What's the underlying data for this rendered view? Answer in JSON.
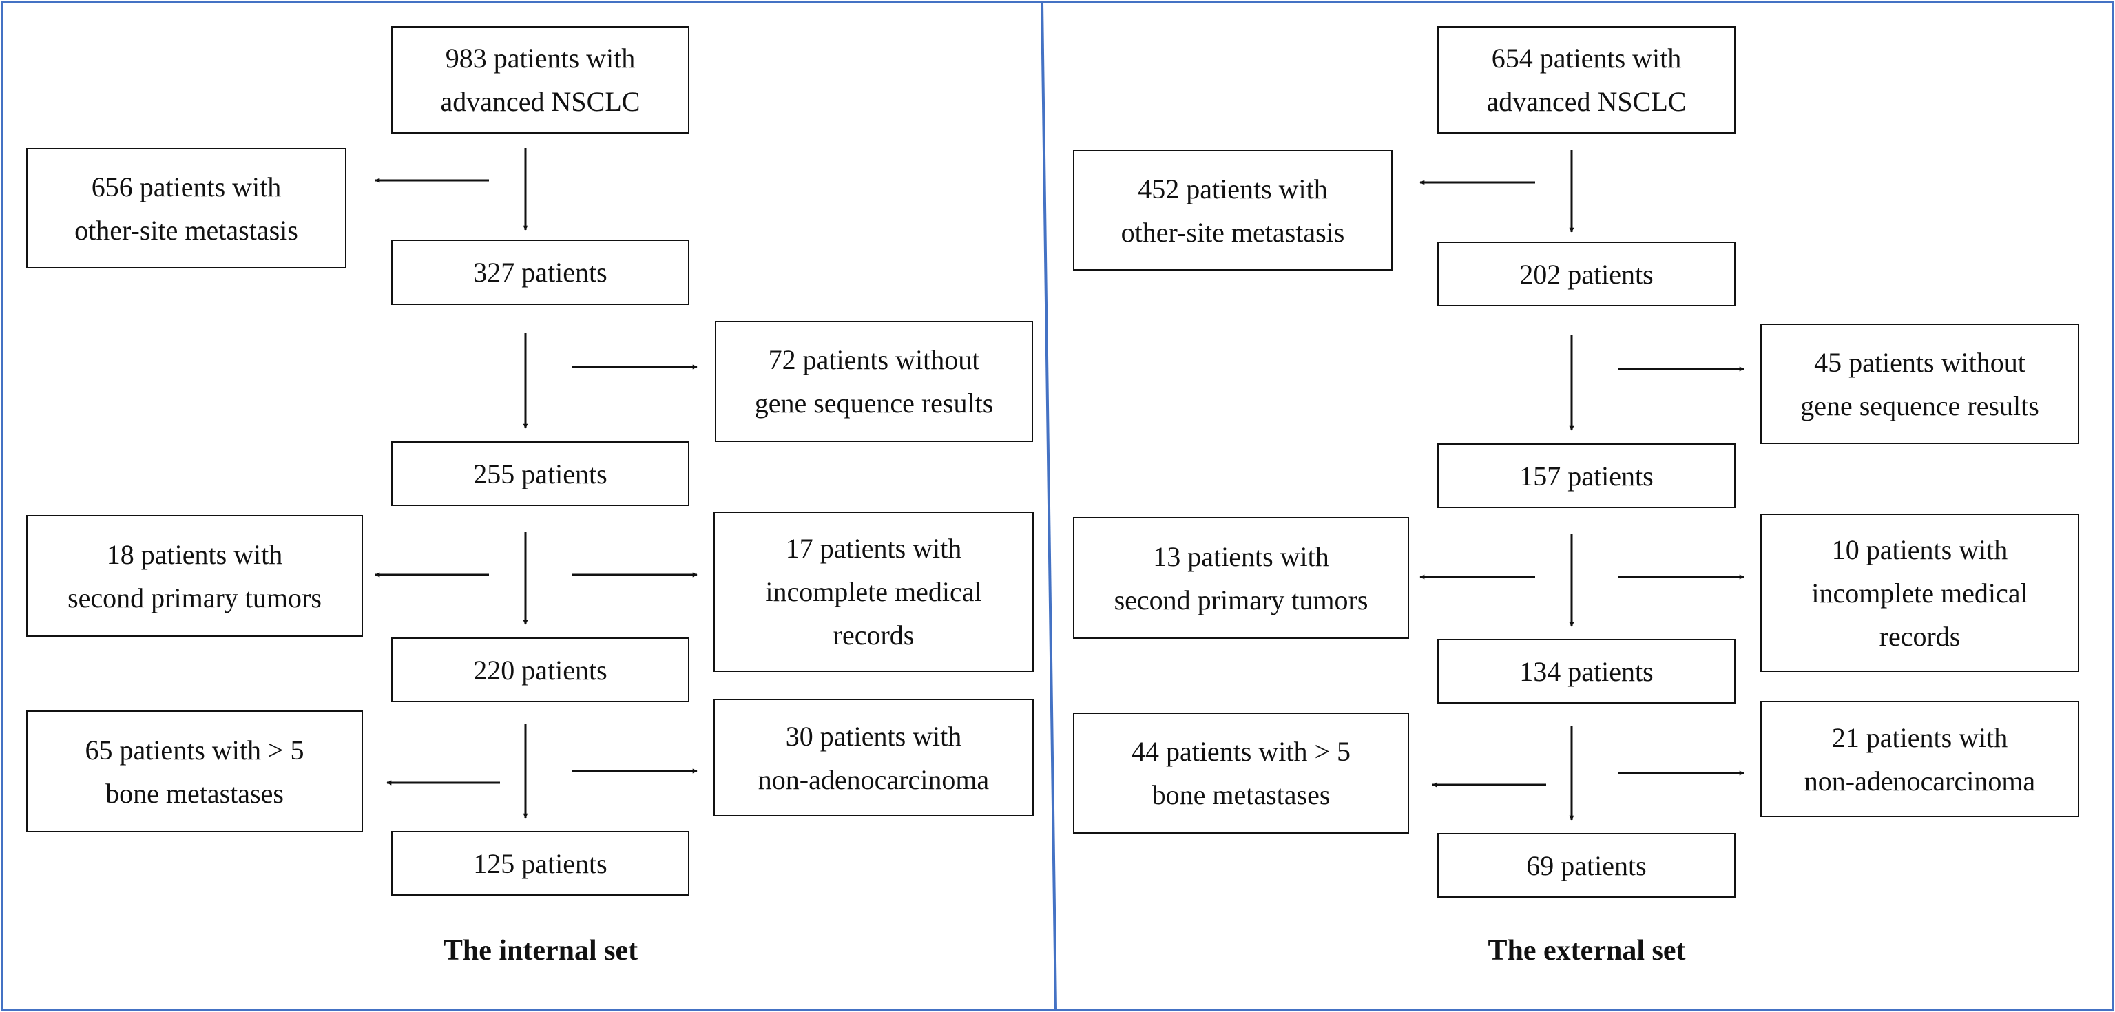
{
  "colors": {
    "border": "#4472c4",
    "box_border": "#111111",
    "text": "#111111",
    "background": "#ffffff"
  },
  "panels": [
    {
      "caption": "The internal set",
      "boxes": [
        {
          "id": "start",
          "text": "983 patients with\nadvanced NSCLC"
        },
        {
          "id": "ex1",
          "text": "656 patients with\nother-site metastasis"
        },
        {
          "id": "s1",
          "text": "327 patients"
        },
        {
          "id": "ex2",
          "text": "72 patients without\ngene sequence results"
        },
        {
          "id": "s2",
          "text": "255 patients"
        },
        {
          "id": "ex3",
          "text": "18 patients with\nsecond primary tumors"
        },
        {
          "id": "ex4",
          "text": "17 patients with\nincomplete medical\nrecords"
        },
        {
          "id": "s3",
          "text": "220 patients"
        },
        {
          "id": "ex5",
          "text": "65 patients with > 5\nbone metastases"
        },
        {
          "id": "ex6",
          "text": "30 patients with\nnon-adenocarcinoma"
        },
        {
          "id": "s4",
          "text": "125 patients"
        }
      ]
    },
    {
      "caption": "The external set",
      "boxes": [
        {
          "id": "start",
          "text": "654 patients with\nadvanced NSCLC"
        },
        {
          "id": "ex1",
          "text": "452 patients with\nother-site metastasis"
        },
        {
          "id": "s1",
          "text": "202 patients"
        },
        {
          "id": "ex2",
          "text": "45 patients without\ngene sequence results"
        },
        {
          "id": "s2",
          "text": "157 patients"
        },
        {
          "id": "ex3",
          "text": "13 patients with\nsecond primary tumors"
        },
        {
          "id": "ex4",
          "text": "10 patients with\nincomplete medical\nrecords"
        },
        {
          "id": "s3",
          "text": "134 patients"
        },
        {
          "id": "ex5",
          "text": "44 patients with > 5\nbone metastases"
        },
        {
          "id": "ex6",
          "text": "21 patients with\nnon-adenocarcinoma"
        },
        {
          "id": "s4",
          "text": "69 patients"
        }
      ]
    }
  ]
}
